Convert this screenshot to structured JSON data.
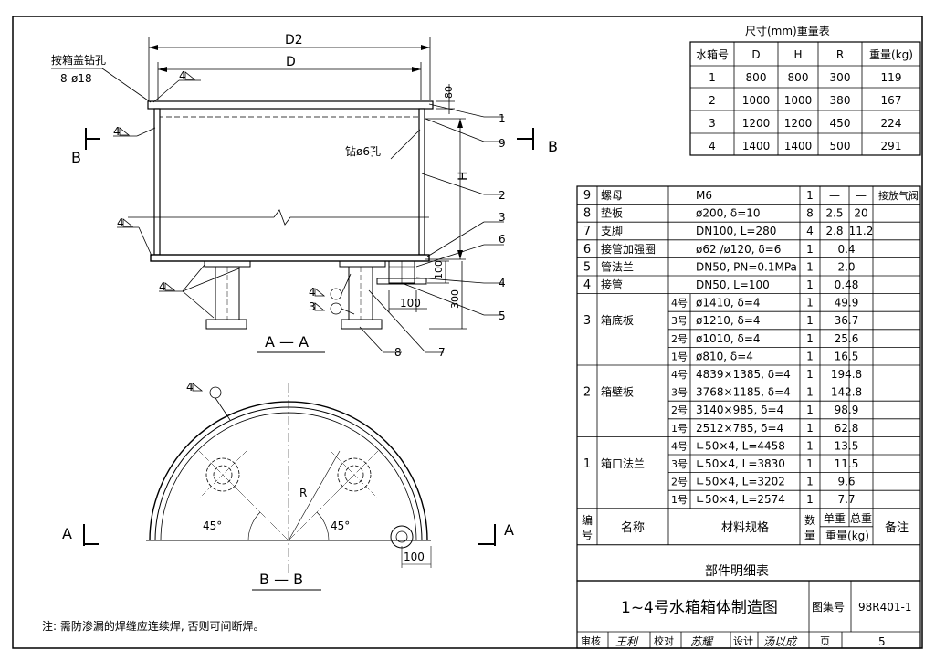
{
  "size_table": {
    "title": "尺寸(mm)重量表",
    "headers": [
      "水箱号",
      "D",
      "H",
      "R",
      "重量(kg)"
    ],
    "rows": [
      [
        "1",
        "800",
        "800",
        "300",
        "119"
      ],
      [
        "2",
        "1000",
        "1000",
        "380",
        "167"
      ],
      [
        "3",
        "1200",
        "1200",
        "450",
        "224"
      ],
      [
        "4",
        "1400",
        "1400",
        "500",
        "291"
      ]
    ]
  },
  "parts_table": {
    "title": "部件明细表",
    "headers": {
      "no": "编号",
      "name": "名称",
      "spec": "材料规格",
      "qty": "数量",
      "unit_w": "单重",
      "total_w": "总重",
      "weight_unit": "重量(kg)",
      "remark": "备注"
    },
    "rows": [
      {
        "no": "9",
        "name": "螺母",
        "sub": "",
        "spec": "M6",
        "qty": "1",
        "unit": "—",
        "total": "—",
        "remark": "接放气阀"
      },
      {
        "no": "8",
        "name": "垫板",
        "sub": "",
        "spec": "ø200, δ=10",
        "qty": "8",
        "unit": "2.5",
        "total": "20",
        "remark": ""
      },
      {
        "no": "7",
        "name": "支脚",
        "sub": "",
        "spec": "DN100, L=280",
        "qty": "4",
        "unit": "2.8",
        "total": "11.2",
        "remark": ""
      },
      {
        "no": "6",
        "name": "接管加强圈",
        "sub": "",
        "spec": "ø62 /ø120, δ=6",
        "qty": "1",
        "unit": "0.4",
        "total": "",
        "remark": ""
      },
      {
        "no": "5",
        "name": "管法兰",
        "sub": "",
        "spec": "DN50, PN=0.1MPa",
        "qty": "1",
        "unit": "2.0",
        "total": "",
        "remark": ""
      },
      {
        "no": "4",
        "name": "接管",
        "sub": "",
        "spec": "DN50, L=100",
        "qty": "1",
        "unit": "0.48",
        "total": "",
        "remark": ""
      },
      {
        "no": "3",
        "name": "箱底板",
        "sub": "4号",
        "spec": "ø1410, δ=4",
        "qty": "1",
        "unit": "49.9",
        "total": "",
        "remark": ""
      },
      {
        "no": "",
        "name": "",
        "sub": "3号",
        "spec": "ø1210, δ=4",
        "qty": "1",
        "unit": "36.7",
        "total": "",
        "remark": ""
      },
      {
        "no": "",
        "name": "",
        "sub": "2号",
        "spec": "ø1010, δ=4",
        "qty": "1",
        "unit": "25.6",
        "total": "",
        "remark": ""
      },
      {
        "no": "",
        "name": "",
        "sub": "1号",
        "spec": "ø810, δ=4",
        "qty": "1",
        "unit": "16.5",
        "total": "",
        "remark": ""
      },
      {
        "no": "2",
        "name": "箱壁板",
        "sub": "4号",
        "spec": "4839×1385, δ=4",
        "qty": "1",
        "unit": "194.8",
        "total": "",
        "remark": ""
      },
      {
        "no": "",
        "name": "",
        "sub": "3号",
        "spec": "3768×1185, δ=4",
        "qty": "1",
        "unit": "142.8",
        "total": "",
        "remark": ""
      },
      {
        "no": "",
        "name": "",
        "sub": "2号",
        "spec": "3140×985, δ=4",
        "qty": "1",
        "unit": "98.9",
        "total": "",
        "remark": ""
      },
      {
        "no": "",
        "name": "",
        "sub": "1号",
        "spec": "2512×785, δ=4",
        "qty": "1",
        "unit": "62.8",
        "total": "",
        "remark": ""
      },
      {
        "no": "1",
        "name": "箱口法兰",
        "sub": "4号",
        "spec": "∟50×4, L=4458",
        "qty": "1",
        "unit": "13.5",
        "total": "",
        "remark": ""
      },
      {
        "no": "",
        "name": "",
        "sub": "3号",
        "spec": "∟50×4, L=3830",
        "qty": "1",
        "unit": "11.5",
        "total": "",
        "remark": ""
      },
      {
        "no": "",
        "name": "",
        "sub": "2号",
        "spec": "∟50×4, L=3202",
        "qty": "1",
        "unit": "9.6",
        "total": "",
        "remark": ""
      },
      {
        "no": "",
        "name": "",
        "sub": "1号",
        "spec": "∟50×4, L=2574",
        "qty": "1",
        "unit": "7.7",
        "total": "",
        "remark": ""
      }
    ]
  },
  "title_block": {
    "drawing_title": "1~4号水箱箱体制造图",
    "atlas_label": "图集号",
    "atlas_no": "98R401-1",
    "review_label": "审核",
    "review_sign": "王利",
    "check_label": "校对",
    "check_sign": "苏耀",
    "design_label": "设计",
    "design_sign": "汤以成",
    "page_label": "页",
    "page_no": "5"
  },
  "note": "注: 需防渗漏的焊缝应连续焊, 否则可间断焊。",
  "drawing": {
    "lid_hole_label": "按箱盖钻孔",
    "lid_hole_spec": "8-ø18",
    "dim_d2": "D2",
    "dim_d": "D",
    "dim_h": "H",
    "dim_r": "R",
    "dim_80": "80",
    "dim_100_right": "100",
    "dim_100_bottom": "100",
    "dim_300": "300",
    "dim_100_plan": "100",
    "hole_label": "钻ø6孔",
    "angle_left": "45°",
    "angle_right": "45°",
    "section_b_left": "B",
    "section_b_right": "B",
    "section_a_left": "A",
    "section_a_right": "A",
    "section_aa_title": "A — A",
    "section_bb_title": "B — B",
    "weld_4": "4",
    "weld_3": "3",
    "callouts": [
      "1",
      "9",
      "2",
      "3",
      "6",
      "4",
      "5",
      "7",
      "8"
    ]
  }
}
